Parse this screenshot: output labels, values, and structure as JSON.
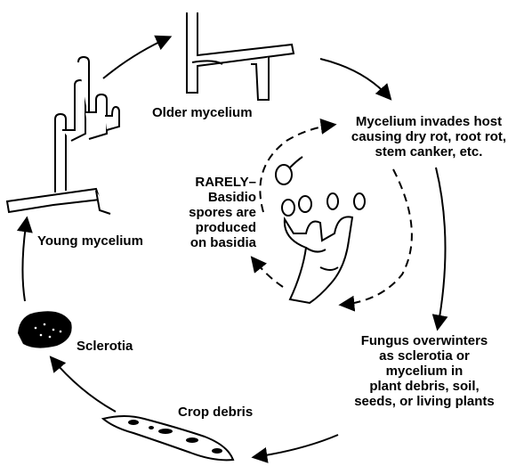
{
  "stages": {
    "older_mycelium": "Older mycelium",
    "invades_host": [
      "Mycelium invades host",
      "causing dry rot, root rot,",
      "stem canker, etc."
    ],
    "rarely_basidiospores": [
      "RARELY–",
      "Basidio",
      "spores are",
      "produced",
      "on basidia"
    ],
    "overwinters": [
      "Fungus overwinters",
      "as sclerotia or",
      "mycelium in",
      "plant debris, soil,",
      "seeds, or living plants"
    ],
    "crop_debris": "Crop debris",
    "sclerotia": "Sclerotia",
    "young_mycelium": "Young mycelium"
  },
  "colors": {
    "ink": "#000000",
    "background": "#ffffff"
  }
}
